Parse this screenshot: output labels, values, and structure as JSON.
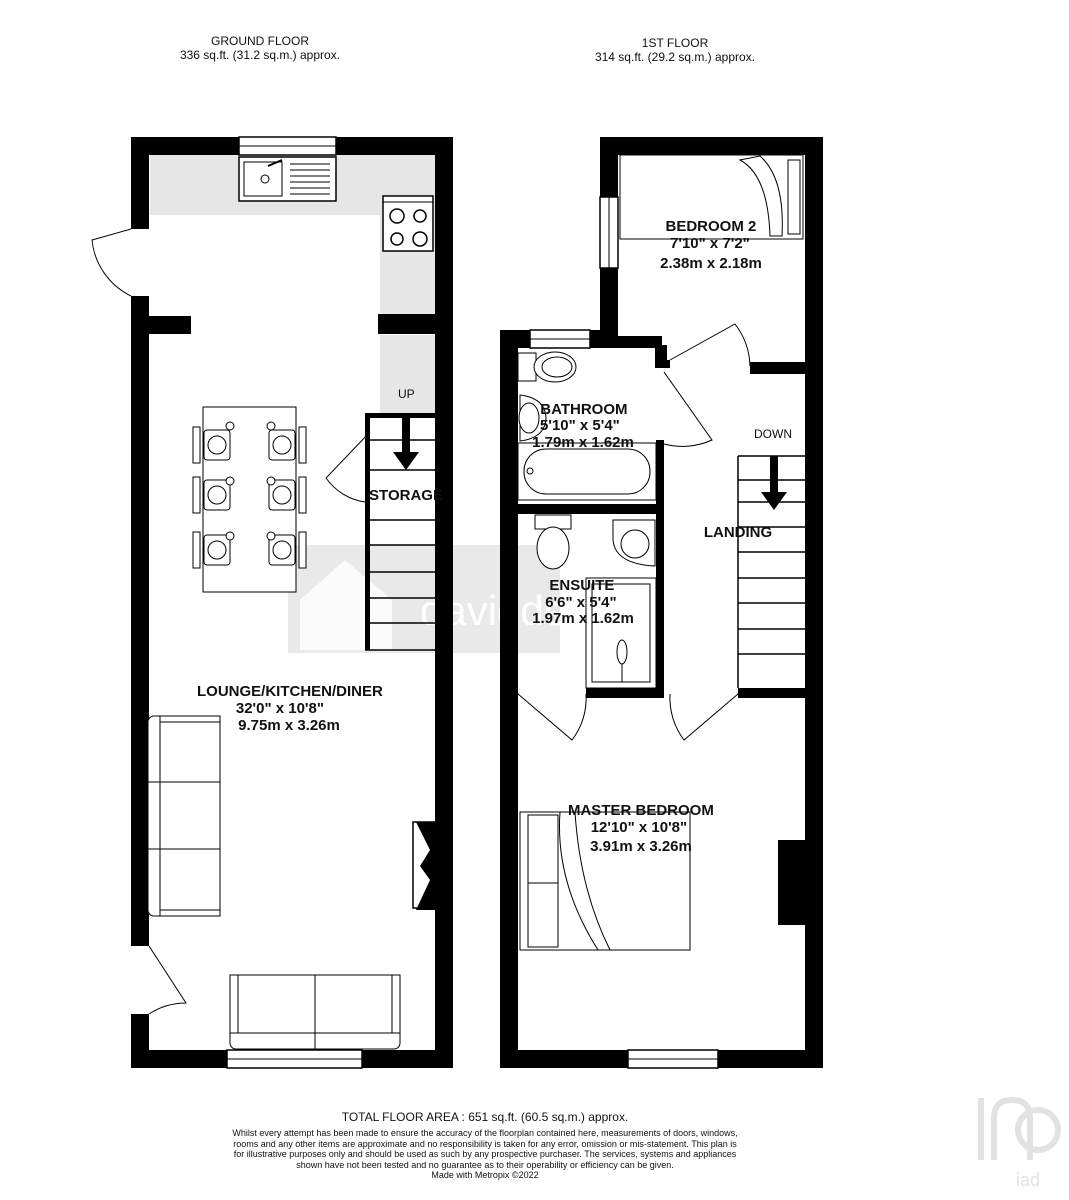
{
  "headers": {
    "ground": {
      "name": "GROUND FLOOR",
      "area": "336 sq.ft. (31.2 sq.m.) approx."
    },
    "first": {
      "name": "1ST FLOOR",
      "area": "314 sq.ft. (29.2 sq.m.) approx."
    }
  },
  "rooms": {
    "lounge": {
      "name": "LOUNGE/KITCHEN/DINER",
      "imperial": "32'0\"  x 10'8\"",
      "metric": "9.75m  x 3.26m"
    },
    "storage": {
      "name": "STORAGE"
    },
    "bedroom2": {
      "name": "BEDROOM 2",
      "imperial": "7'10\"  x 7'2\"",
      "metric": "2.38m  x 2.18m"
    },
    "bathroom": {
      "name": "BATHROOM",
      "imperial": "5'10\"  x 5'4\"",
      "metric": "1.79m  x 1.62m"
    },
    "ensuite": {
      "name": "ENSUITE",
      "imperial": "6'6\"  x 5'4\"",
      "metric": "1.97m  x 1.62m"
    },
    "landing": {
      "name": "LANDING"
    },
    "master": {
      "name": "MASTER BEDROOM",
      "imperial": "12'10\"  x 10'8\"",
      "metric": "3.91m  x 3.26m"
    }
  },
  "stairs": {
    "up": "UP",
    "down": "DOWN"
  },
  "watermark": "daviddee",
  "footer": {
    "total": "TOTAL FLOOR AREA : 651 sq.ft. (60.5 sq.m.) approx.",
    "disclaimer": "Whilst every attempt has been made to ensure the accuracy of the floorplan contained here, measurements of doors, windows, rooms and any other items are approximate and no responsibility is taken for any error, omission or mis-statement. This plan is for illustrative purposes only and should be used as such by any prospective purchaser. The services, systems and appliances shown have not been tested and no guarantee as to their operability or efficiency can be given.",
    "made_with": "Made with Metropix ©2022"
  },
  "logo": {
    "text": "iad"
  },
  "colors": {
    "wall": "#000000",
    "counter": "#e6e6e6",
    "watermark": "#e0e0e0"
  }
}
